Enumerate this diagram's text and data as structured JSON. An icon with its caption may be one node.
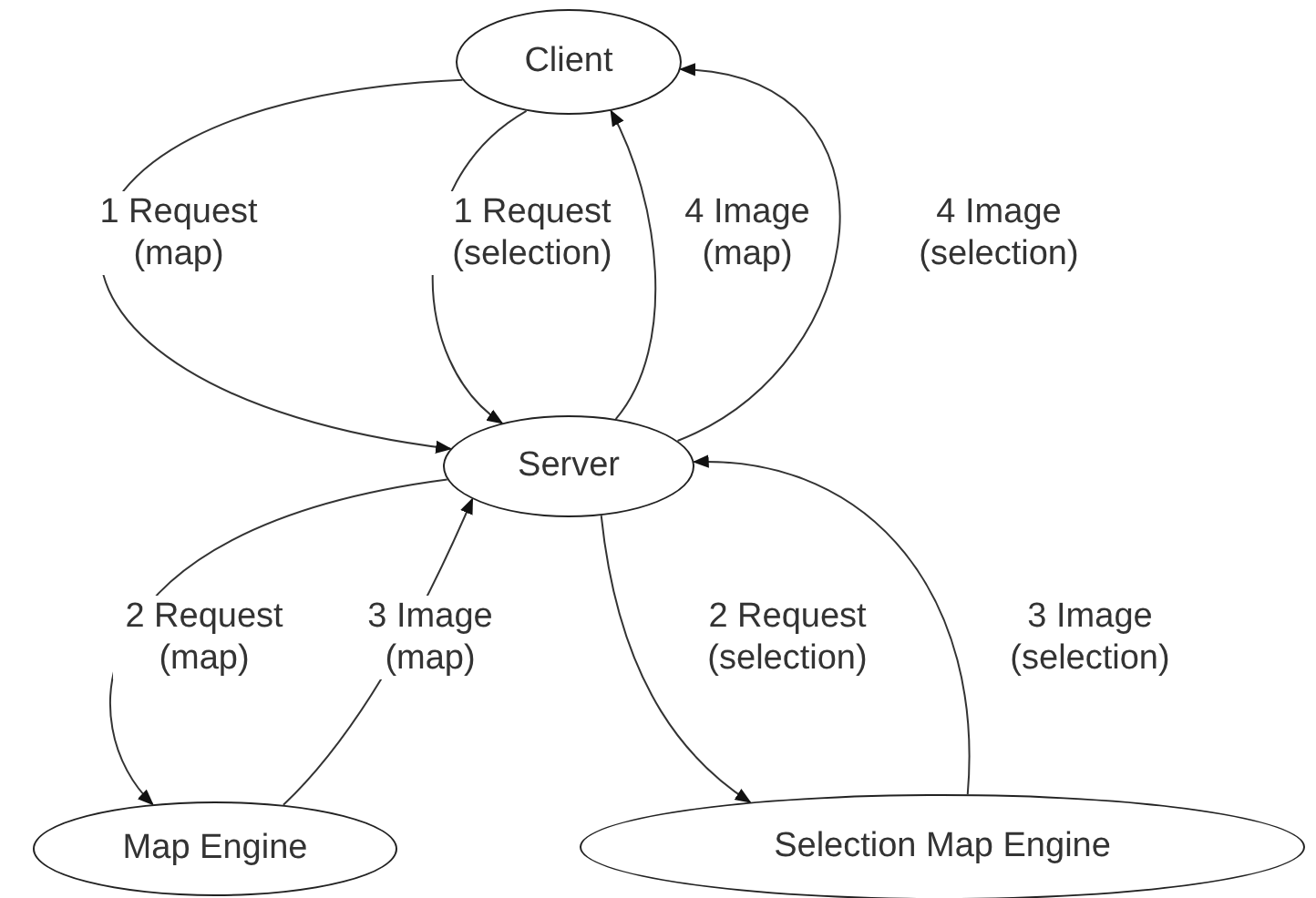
{
  "diagram": {
    "nodes": [
      {
        "text": [
          "Client"
        ]
      },
      {
        "text": [
          "Server"
        ]
      },
      {
        "text": [
          "Map Engine"
        ]
      },
      {
        "text": [
          "Selection Map Engine"
        ]
      }
    ],
    "edges": [
      {
        "from": 0,
        "to": 1,
        "arrow": "to",
        "label": "1 Request (map)"
      },
      {
        "from": 0,
        "to": 1,
        "arrow": "to",
        "label": "1 Request (selection)"
      },
      {
        "from": 1,
        "to": 0,
        "arrow": "to",
        "label": "4 Image (map)"
      },
      {
        "from": 1,
        "to": 0,
        "arrow": "to",
        "label": "4 Image (selection)"
      },
      {
        "from": 1,
        "to": 2,
        "arrow": "to",
        "label": "2 Request (map)"
      },
      {
        "from": 2,
        "to": 1,
        "arrow": "to",
        "label": "3 Image (map)"
      },
      {
        "from": 1,
        "to": 3,
        "arrow": "to",
        "label": "2 Request (selection)"
      },
      {
        "from": 3,
        "to": 1,
        "arrow": "to",
        "label": "3 Image (selection)"
      }
    ]
  }
}
